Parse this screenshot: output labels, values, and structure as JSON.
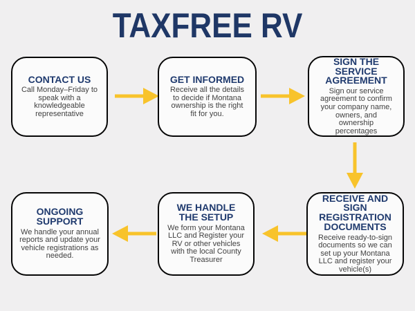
{
  "title": "TAXFREE RV",
  "colors": {
    "background": "#F0EFF0",
    "box_background": "#FBFBFB",
    "box_border": "#050505",
    "heading_navy": "#1F3A6E",
    "title_navy": "#1F3766",
    "body_text": "#404040",
    "arrow_yellow": "#F8C32B"
  },
  "steps": [
    {
      "heading": "CONTACT US",
      "body": "Call Monday–Friday to speak with a knowledgeable representative"
    },
    {
      "heading": "GET INFORMED",
      "body": "Receive all the details to decide if Montana ownership is the right fit for you."
    },
    {
      "heading": "SIGN THE SERVICE AGREEMENT",
      "body": "Sign our service agreement to confirm your company name, owners, and ownership percentages"
    },
    {
      "heading": "RECEIVE AND SIGN REGISTRATION DOCUMENTS",
      "body": "Receive ready-to-sign documents so we can set up your Montana LLC and register your vehicle(s)"
    },
    {
      "heading": "WE HANDLE THE SETUP",
      "body": "We form your Montana LLC and Register your RV or other vehicles with the local County Treasurer"
    },
    {
      "heading": "ONGOING SUPPORT",
      "body": "We handle your annual reports and update your vehicle registrations as needed."
    }
  ],
  "arrows": [
    {
      "from": "contact-us",
      "to": "get-informed",
      "direction": "right"
    },
    {
      "from": "get-informed",
      "to": "sign-the-service-agreement",
      "direction": "right"
    },
    {
      "from": "sign-the-service-agreement",
      "to": "receive-and-sign-registration-documents",
      "direction": "down"
    },
    {
      "from": "receive-and-sign-registration-documents",
      "to": "we-handle-the-setup",
      "direction": "left"
    },
    {
      "from": "we-handle-the-setup",
      "to": "ongoing-support",
      "direction": "left"
    }
  ]
}
